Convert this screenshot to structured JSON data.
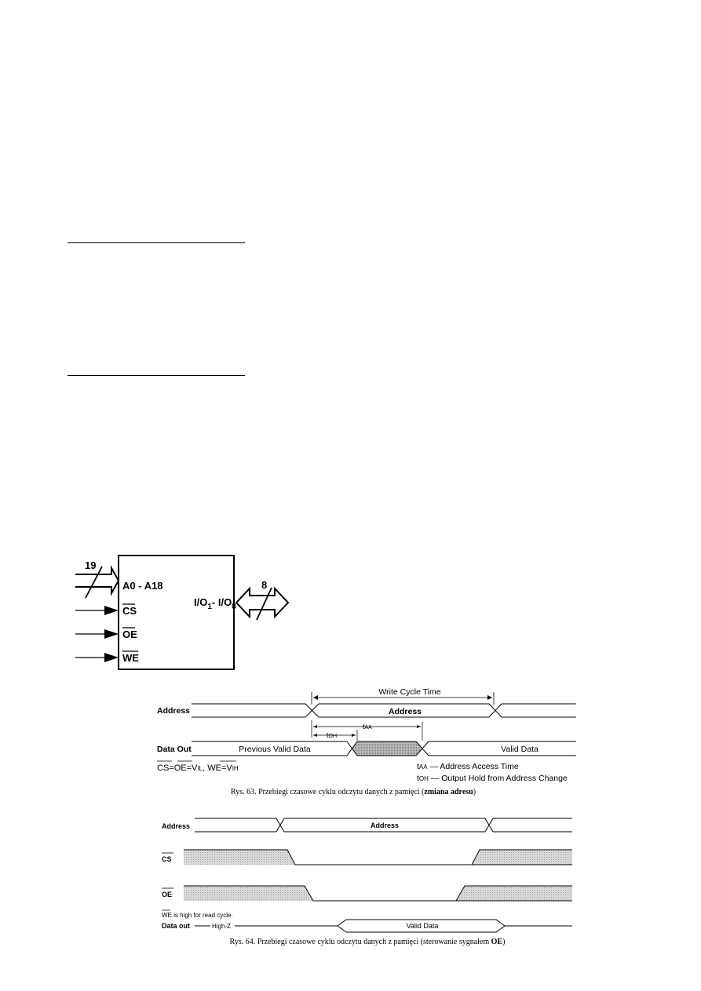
{
  "chip": {
    "address_width": "19",
    "address_label": "A0 - A18",
    "cs_label": "CS",
    "oe_label": "OE",
    "we_label": "WE",
    "io_label_main": "I/O",
    "io_sub_1": "1",
    "io_sep": "- I/O",
    "io_sub_8": "8",
    "data_width": "8"
  },
  "fig63": {
    "address_label": "Address",
    "data_out_label": "Data Out",
    "write_cycle_label": "Write Cycle Time",
    "address_value": "Address",
    "taa_t": "t",
    "taa_sub": "AA",
    "toh_t": "t",
    "toh_sub": "OH",
    "previous_valid_data": "Previous Valid Data",
    "valid_data": "Valid Data",
    "condition": {
      "cs": "CS",
      "eq1": "=",
      "oe": "OE",
      "eq2": "=V",
      "vil_sub": "IL",
      "comma": ", ",
      "we": "WE",
      "eq3": "=V",
      "vih_sub": "IH"
    },
    "legend_taa_t": "t",
    "legend_taa_sub": "AA",
    "legend_taa_desc": " — Address Access Time",
    "legend_toh_t": "t",
    "legend_toh_sub": "OH",
    "legend_toh_desc": " — Output Hold from Address Change",
    "caption_normal": "Rys. 63. Przebiegi czasowe cyklu odczytu danych z pamięci (",
    "caption_bold": "zmiana adresu",
    "caption_end": ")"
  },
  "fig64": {
    "address_label": "Address",
    "address_value": "Address",
    "cs_label": "CS",
    "oe_label": "OE",
    "we_note_we": "WE",
    "we_note_text": " is high for read cycle.",
    "data_out_label": "Data out",
    "high_z_label": "High-Z",
    "valid_data": "Valid Data",
    "caption_normal": "Rys. 64. Przebiegi czasowe cyklu odczytu danych z pamięci (sterowanie sygnałem ",
    "caption_bold": "OE",
    "caption_end": ")"
  }
}
